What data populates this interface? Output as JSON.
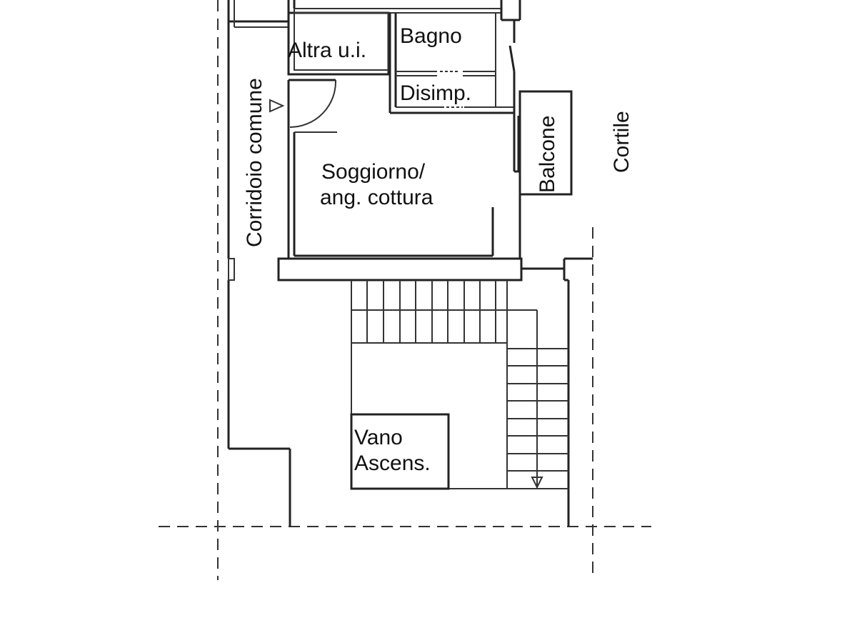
{
  "rooms": {
    "bagno": "Bagno",
    "altra_ui": "Altra u.i.",
    "disimpegno": "Disimp.",
    "soggiorno_line1": "Soggiorno/",
    "soggiorno_line2": "ang. cottura",
    "balcone": "Balcone",
    "corridoio": "Corridoio comune",
    "cortile": "Cortile",
    "vano_line1": "Vano",
    "vano_line2": "Ascens."
  }
}
